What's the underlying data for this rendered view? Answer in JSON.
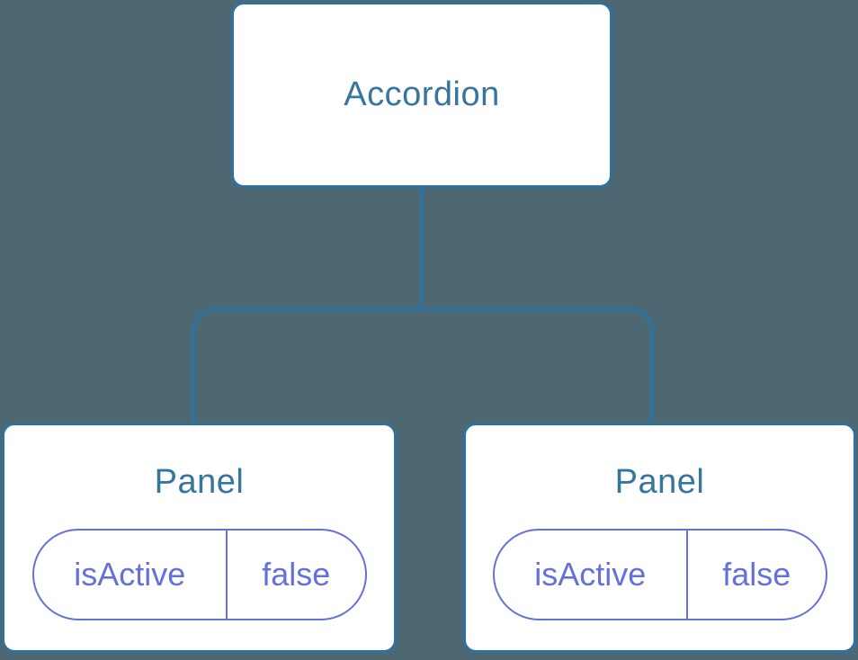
{
  "diagram": {
    "type": "component-tree",
    "root": {
      "label": "Accordion"
    },
    "panels": [
      {
        "label": "Panel",
        "state": {
          "name": "isActive",
          "value": "false"
        }
      },
      {
        "label": "Panel",
        "state": {
          "name": "isActive",
          "value": "false"
        }
      }
    ],
    "colors": {
      "background": "#4d6873",
      "node_fill": "#ffffff",
      "node_border": "#30719f",
      "node_text": "#35759e",
      "connector": "#30719f",
      "state_accent": "#6471db"
    }
  }
}
